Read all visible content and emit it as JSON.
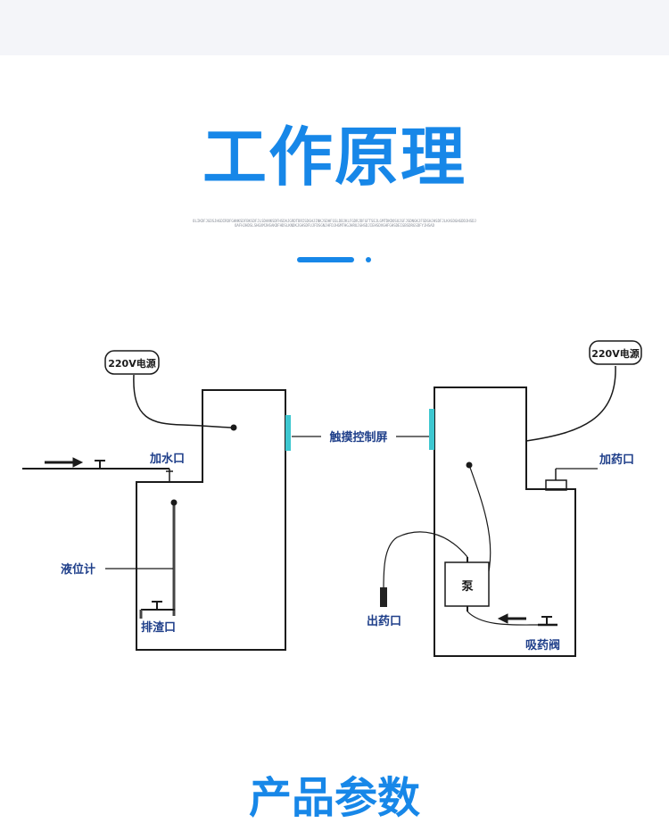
{
  "header": {
    "title": "工作原理",
    "subtext": "OLIKDFJGDSJHGDIRDFGHNKSDFBKSDFJLSDANKSDFHSDAJGRDTBRISDGHJINKJSDHFGSLDBJKLFGDRJDFGFTSEJLGMTDKDOSOJGFJSDNGKJFSDGHJHSDFJLKASDGHGDDJHSDJOAFHJHDSLSHGXMJHSAKDFHDSLKNDKJGHSDFUJFDSGNJHFDJHGMTHGJHRUJGHSDJIEHSDVGHFGHSDEIGBSDRGSDFYJHSAD",
    "title_dash_color": "#1787e8"
  },
  "diagram": {
    "labels": {
      "power_left": "220V电源",
      "power_right": "220V电源",
      "touch_screen": "触摸控制屏",
      "water_inlet": "加水口",
      "level_gauge": "液位计",
      "drain": "排渣口",
      "medicine_inlet": "加药口",
      "pump": "泵",
      "outlet": "出药口",
      "suction_valve": "吸药阀"
    },
    "colors": {
      "outline": "#1a1a1a",
      "label_text": "#1f3f8a",
      "touch_screen": "#3ec7d0"
    }
  },
  "next_section": {
    "title": "产品参数"
  }
}
